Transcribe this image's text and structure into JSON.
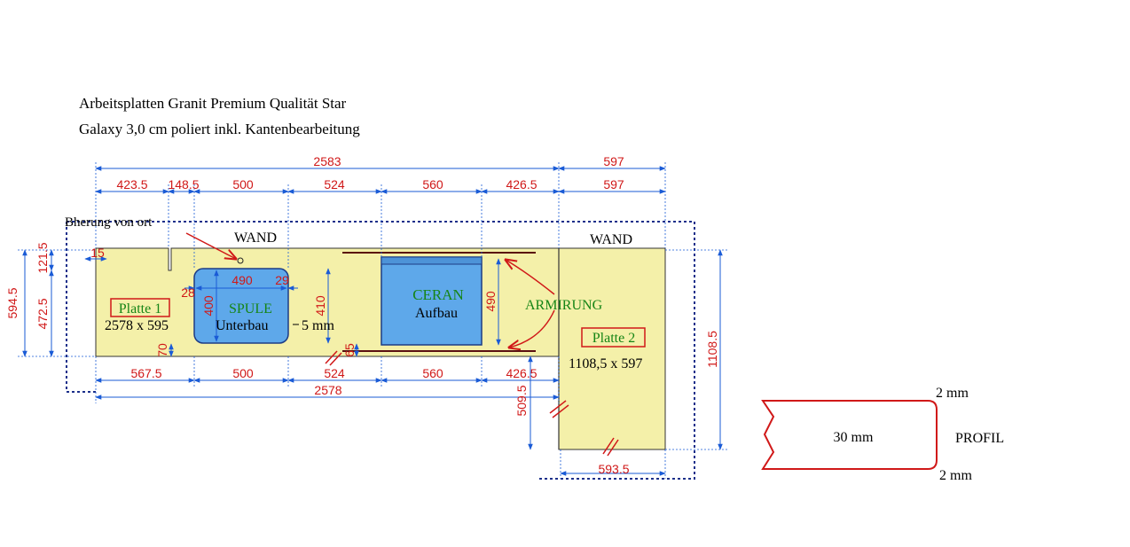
{
  "title_line1": "Arbeitsplatten Granit Premium Qualität Star",
  "title_line2": "Galaxy 3,0 cm poliert inkl. Kantenbearbeitung",
  "wall_left": "WAND",
  "wall_right": "WAND",
  "note_measure": "Bherung von ort",
  "plate1_label": "Platte 1",
  "plate1_size": "2578 x 595",
  "plate2_label": "Platte 2",
  "plate2_size": "1108,5 x 597",
  "sink_label": "SPULE",
  "sink_sub": "Unterbau",
  "sink_offset": "5 mm",
  "cooktop_label": "CERAN",
  "cooktop_sub": "Aufbau",
  "reinforcement": "ARMIRUNG",
  "profile_label": "PROFIL",
  "profile_thickness": "30 mm",
  "profile_top": "2 mm",
  "profile_bottom": "2 mm",
  "dims_top_total": "2583",
  "dims_top_right_total": "597",
  "dims_top_right": "597",
  "dims_top_segments": [
    "423.5",
    "148.5",
    "500",
    "524",
    "560",
    "426.5"
  ],
  "dims_bottom_segments": [
    "567.5",
    "500",
    "524",
    "560",
    "426.5"
  ],
  "dims_bottom_total": "2578",
  "dim_left_outer": "594.5",
  "dim_left_inner": "472.5",
  "dim_left_small": "121.5",
  "dim_notch": "15",
  "dim_sink_inner": "490",
  "dim_sink_height": "400",
  "dim_sink_depth": "410",
  "dim_sink_left": "28",
  "dim_sink_right": "29",
  "dim_sink_front": "70",
  "dim_cooktop_depth": "490",
  "dim_cooktop_front": "65",
  "dim_right_height": "1108.5",
  "dim_plate2_front": "509.5",
  "dim_plate2_bottom": "593.5"
}
